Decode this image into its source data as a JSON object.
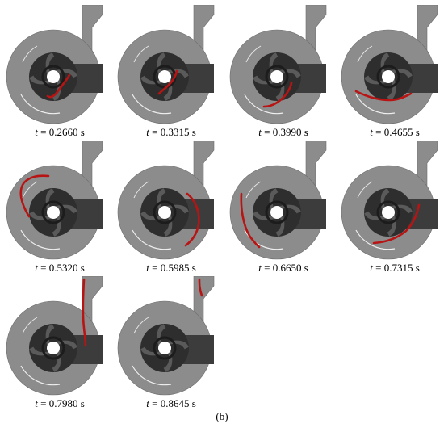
{
  "figure": {
    "panel_label": "(b)",
    "time_variable": "t",
    "unit": "s",
    "frames": [
      {
        "t": "0.2660"
      },
      {
        "t": "0.3315"
      },
      {
        "t": "0.3990"
      },
      {
        "t": "0.4655"
      },
      {
        "t": "0.5320"
      },
      {
        "t": "0.5985"
      },
      {
        "t": "0.6650"
      },
      {
        "t": "0.7315"
      },
      {
        "t": "0.7980"
      },
      {
        "t": "0.8645"
      }
    ]
  },
  "colors": {
    "casing": "#8c8c8c",
    "casing_outline": "#6e6e6e",
    "impeller": "#2e2e2e",
    "blade": "#5a5a5a",
    "outlet": "#3c3c3c",
    "hub": "#ffffff",
    "particle_path": "#b81414"
  }
}
